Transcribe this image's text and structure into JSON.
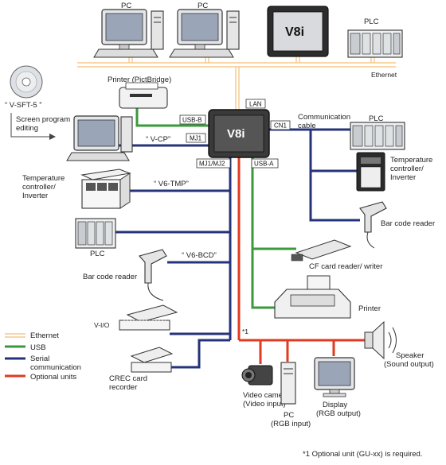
{
  "colors": {
    "ethernet": "#f5c98c",
    "usb": "#3a9a3a",
    "serial": "#25337a",
    "optional": "#e03a20"
  },
  "top": {
    "pc1": "PC",
    "pc2": "PC",
    "v8i": "V8i",
    "plc": "PLC",
    "ethernet": "Ethernet"
  },
  "printer_pictbridge": "Printer (PictBridge)",
  "software": {
    "name": "“ V-SFT-5 ”",
    "desc1": "Screen program",
    "desc2": "editing"
  },
  "ports": {
    "lan": "LAN",
    "usb_b": "USB-B",
    "cn1": "CN1",
    "mj1": "MJ1",
    "mj1_mj2": "MJ1/MJ2",
    "usb_a": "USB-A"
  },
  "main_unit": "V8i",
  "comm_cable1": "Communication",
  "comm_cable2": "cable",
  "vcp": "“ V-CP”",
  "v6tmp": "“ V6-TMP”",
  "v6bcd": "“ V6-BCD”",
  "right": {
    "plc": "PLC",
    "temp1": "Temperature",
    "temp2": "controller/",
    "temp3": "Inverter",
    "barcode": "Bar code reader"
  },
  "left": {
    "temp1": "Temperature",
    "temp2": "controller/",
    "temp3": "Inverter",
    "plc": "PLC",
    "barcode": "Bar code reader",
    "vio": "V-I/O",
    "crec1": "CREC card",
    "crec2": "recorder"
  },
  "cf_reader": "CF card reader/ writer",
  "printer": "Printer",
  "footnote_mark": "*1",
  "speaker1": "Speaker",
  "speaker2": "(Sound output)",
  "camera1": "Video camera",
  "camera2": "(Video input)",
  "pc_rgb1": "PC",
  "pc_rgb2": "(RGB input)",
  "display1": "Display",
  "display2": "(RGB output)",
  "legend": {
    "ethernet": "Ethernet",
    "usb": "USB",
    "serial1": "Serial",
    "serial2": "communication",
    "optional": "Optional units"
  },
  "footnote": "*1 Optional unit (GU-xx) is required."
}
